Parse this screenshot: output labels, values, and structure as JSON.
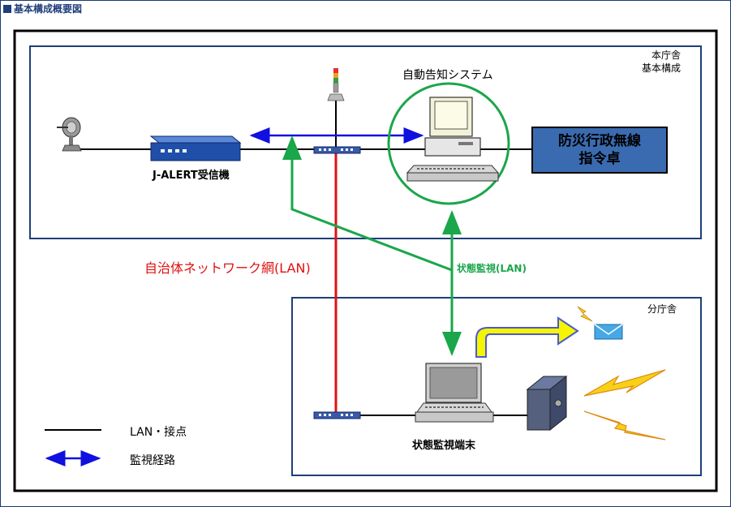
{
  "header": {
    "title": "基本構成概要図"
  },
  "main_office": {
    "label_line1": "本庁舎",
    "label_line2": "基本構成"
  },
  "branch_office": {
    "label": "分庁舎"
  },
  "nodes": {
    "auto_notify_system": "自動告知システム",
    "jalert_receiver": "J-ALERT受信機",
    "command_desk_line1": "防災行政無線",
    "command_desk_line2": "指令卓",
    "status_terminal": "状態監視端末"
  },
  "links": {
    "municipal_lan": "自治体ネットワーク網(LAN)",
    "status_monitoring": "状態監視(LAN)"
  },
  "legend": {
    "lan_connection": "LAN・接点",
    "monitoring_path": "監視経路"
  },
  "colors": {
    "title": "#1f3e7a",
    "lan_red": "#e01010",
    "monitor_green": "#1aa64a",
    "monitor_blue": "#1010e0",
    "desk_fill": "#3a6bb0",
    "device_blue": "#1f4fa8",
    "arrow_yellow": "#f5f500",
    "lightning": "#f7d018",
    "mail": "#46a8e6"
  }
}
